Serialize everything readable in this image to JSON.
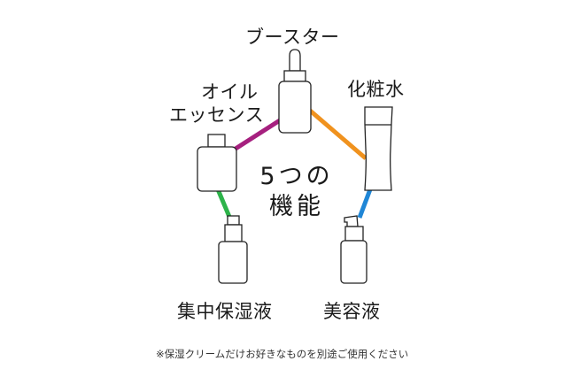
{
  "diagram": {
    "center_title_line1": "5つの",
    "center_title_line2": "機能",
    "nodes": [
      {
        "id": "booster",
        "label": "ブースター",
        "shape": "dropper-bottle"
      },
      {
        "id": "lotion",
        "label": "化粧水",
        "shape": "tall-bottle"
      },
      {
        "id": "serum",
        "label": "美容液",
        "shape": "pump-bottle"
      },
      {
        "id": "concentrate",
        "label": "集中保湿液",
        "shape": "nozzle-bottle"
      },
      {
        "id": "oil",
        "label_line1": "オイル",
        "label_line2": "エッセンス",
        "shape": "cap-bottle"
      }
    ],
    "edges": [
      {
        "from": "booster",
        "to": "lotion",
        "color": "#f0921e"
      },
      {
        "from": "lotion",
        "to": "serum",
        "color": "#1f86d6"
      },
      {
        "from": "serum",
        "to": "concentrate",
        "color_start": "#e0197d",
        "color_end": "#f06b8e"
      },
      {
        "from": "concentrate",
        "to": "oil",
        "color": "#2db34a"
      },
      {
        "from": "oil",
        "to": "booster",
        "color": "#a6207f"
      }
    ]
  },
  "footnote": "※保湿クリームだけお好きなものを別途ご使用ください"
}
